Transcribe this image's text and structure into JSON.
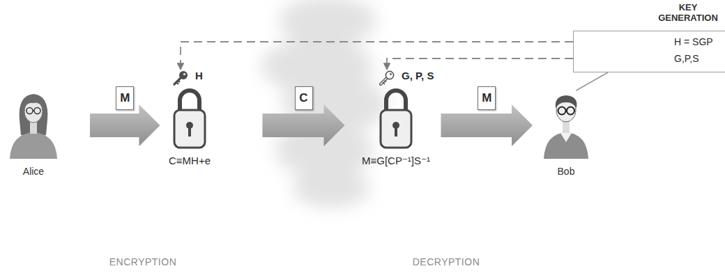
{
  "diagram": {
    "nodes": [
      {
        "text": [
          "Alice"
        ]
      },
      {
        "text": [
          "H",
          "C≡MH+e"
        ]
      },
      {
        "text": [
          "G, P, S",
          "M≡G[CP⁻¹]S⁻¹"
        ]
      },
      {
        "text": [
          "Bob"
        ]
      },
      {
        "text": [
          "KEY GENERATION",
          "H = SGP",
          "G,P,S"
        ]
      }
    ],
    "edges": [
      {
        "from": 0,
        "to": 1,
        "label": "M",
        "arrow": "to"
      },
      {
        "from": 1,
        "to": 2,
        "label": "C",
        "arrow": "to"
      },
      {
        "from": 2,
        "to": 3,
        "label": "M",
        "arrow": "to"
      },
      {
        "from": 4,
        "to": 1,
        "arrow": "to"
      },
      {
        "from": 4,
        "to": 2,
        "arrow": "to"
      },
      {
        "from": 3,
        "to": 4,
        "arrow": "none"
      }
    ],
    "labels": [
      "ENCRYPTION",
      "DECRYPTION"
    ]
  }
}
